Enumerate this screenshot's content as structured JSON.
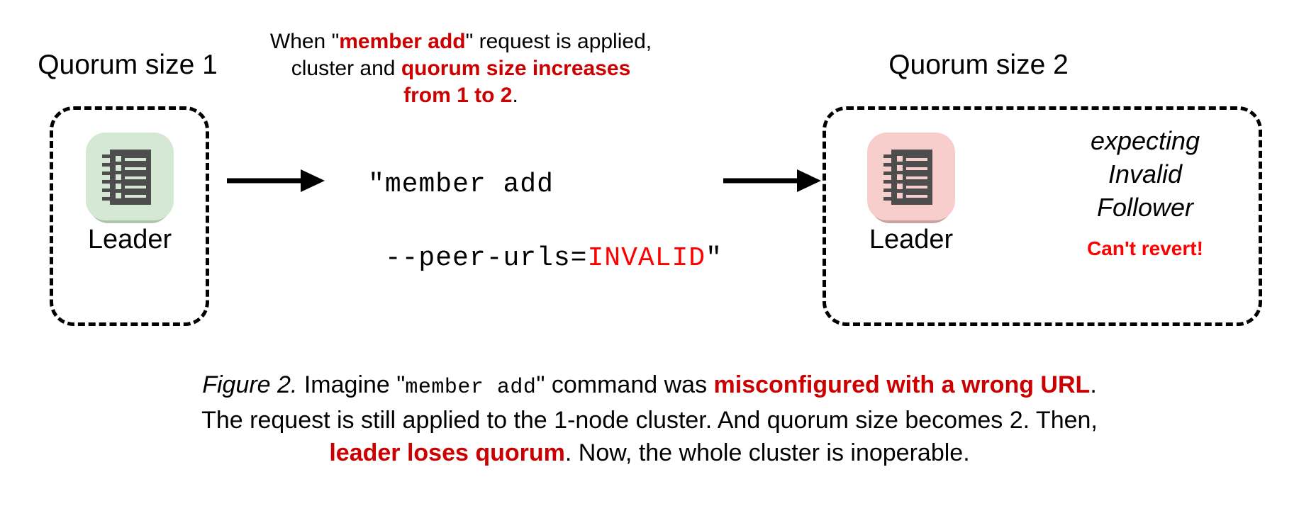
{
  "figure": {
    "left_cluster": {
      "title": "Quorum size 1",
      "node_label": "Leader",
      "icon": "server-icon",
      "tile_color": "#d5e8d4"
    },
    "right_cluster": {
      "title": "Quorum size 2",
      "node_label": "Leader",
      "icon": "server-icon",
      "tile_color": "#f8cecc",
      "expecting_line1": "expecting",
      "expecting_line2": "Invalid",
      "expecting_line3": "Follower",
      "warning": "Can't revert!"
    },
    "top_note": {
      "line1_a": "When \"",
      "line1_b": "member add",
      "line1_c": "\" request is applied,",
      "line2_a": "cluster and ",
      "line2_b": "quorum size increases",
      "line3_b": "from 1 to 2",
      "line3_c": "."
    },
    "command": {
      "line1": "\"member add",
      "line2_a": "--peer-urls=",
      "line2_b": "INVALID",
      "line2_c": "\""
    },
    "arrows": {
      "left_arrow": "arrow-right-icon",
      "right_arrow": "arrow-right-icon"
    },
    "caption": {
      "line1_a": "Figure 2.",
      "line1_b": " Imagine \"",
      "line1_mono": "member add",
      "line1_c": "\" command was ",
      "line1_hl": "misconfigured with a wrong URL",
      "line1_d": ".",
      "line2": "The request is still applied to the 1-node cluster. And quorum size becomes 2. Then,",
      "line3_hl": "leader loses quorum",
      "line3_b": ". Now, the whole cluster is inoperable."
    },
    "colors": {
      "accent_red": "#cc0000",
      "bright_red": "#ff0000",
      "green_tile": "#d5e8d4",
      "red_tile": "#f8cecc",
      "icon_dark": "#4d4d4d"
    }
  }
}
